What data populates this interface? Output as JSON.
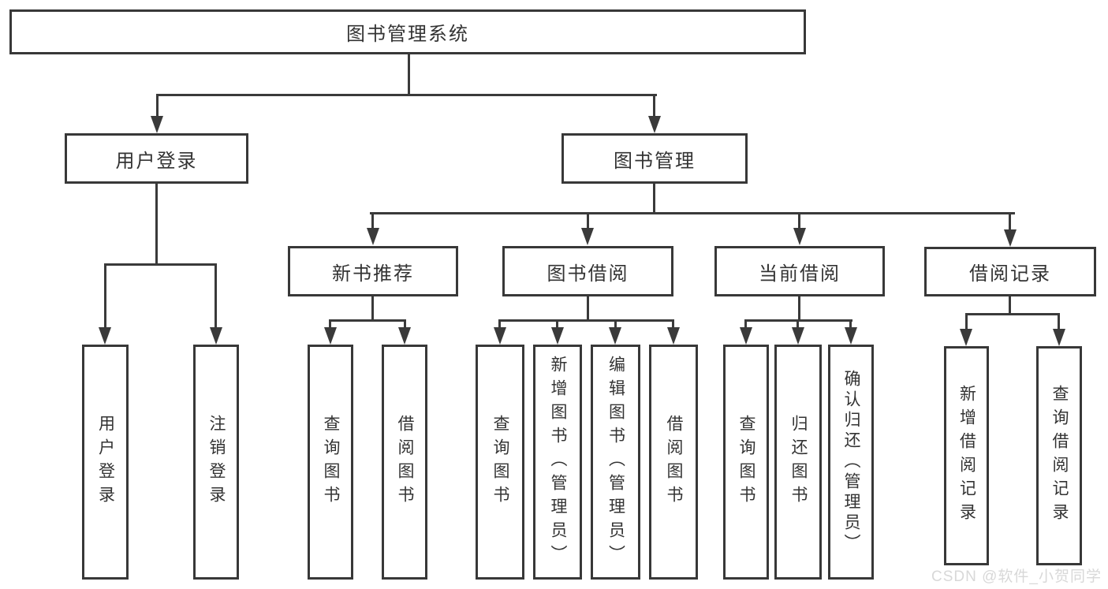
{
  "diagram": {
    "title": "图书管理系统",
    "level2": [
      {
        "label": "用户登录"
      },
      {
        "label": "图书管理"
      }
    ],
    "level3": [
      {
        "label": "新书推荐"
      },
      {
        "label": "图书借阅"
      },
      {
        "label": "当前借阅"
      },
      {
        "label": "借阅记录"
      }
    ],
    "leaves": {
      "login": [
        "用户登录",
        "注销登录"
      ],
      "recommend": [
        "查询图书",
        "借阅图书"
      ],
      "borrow": [
        "查询图书",
        "新增图书（管理员）",
        "编辑图书（管理员）",
        "借阅图书"
      ],
      "current": [
        "查询图书",
        "归还图书",
        "确认归还（管理员）"
      ],
      "records": [
        "新增借阅记录",
        "查询借阅记录"
      ]
    },
    "watermark": "CSDN @软件_小贺同学",
    "colors": {
      "line": "#3a3a3a",
      "box_border": "#383838",
      "text": "#333333",
      "background": "#ffffff",
      "watermark": "#d8d8d8"
    }
  }
}
